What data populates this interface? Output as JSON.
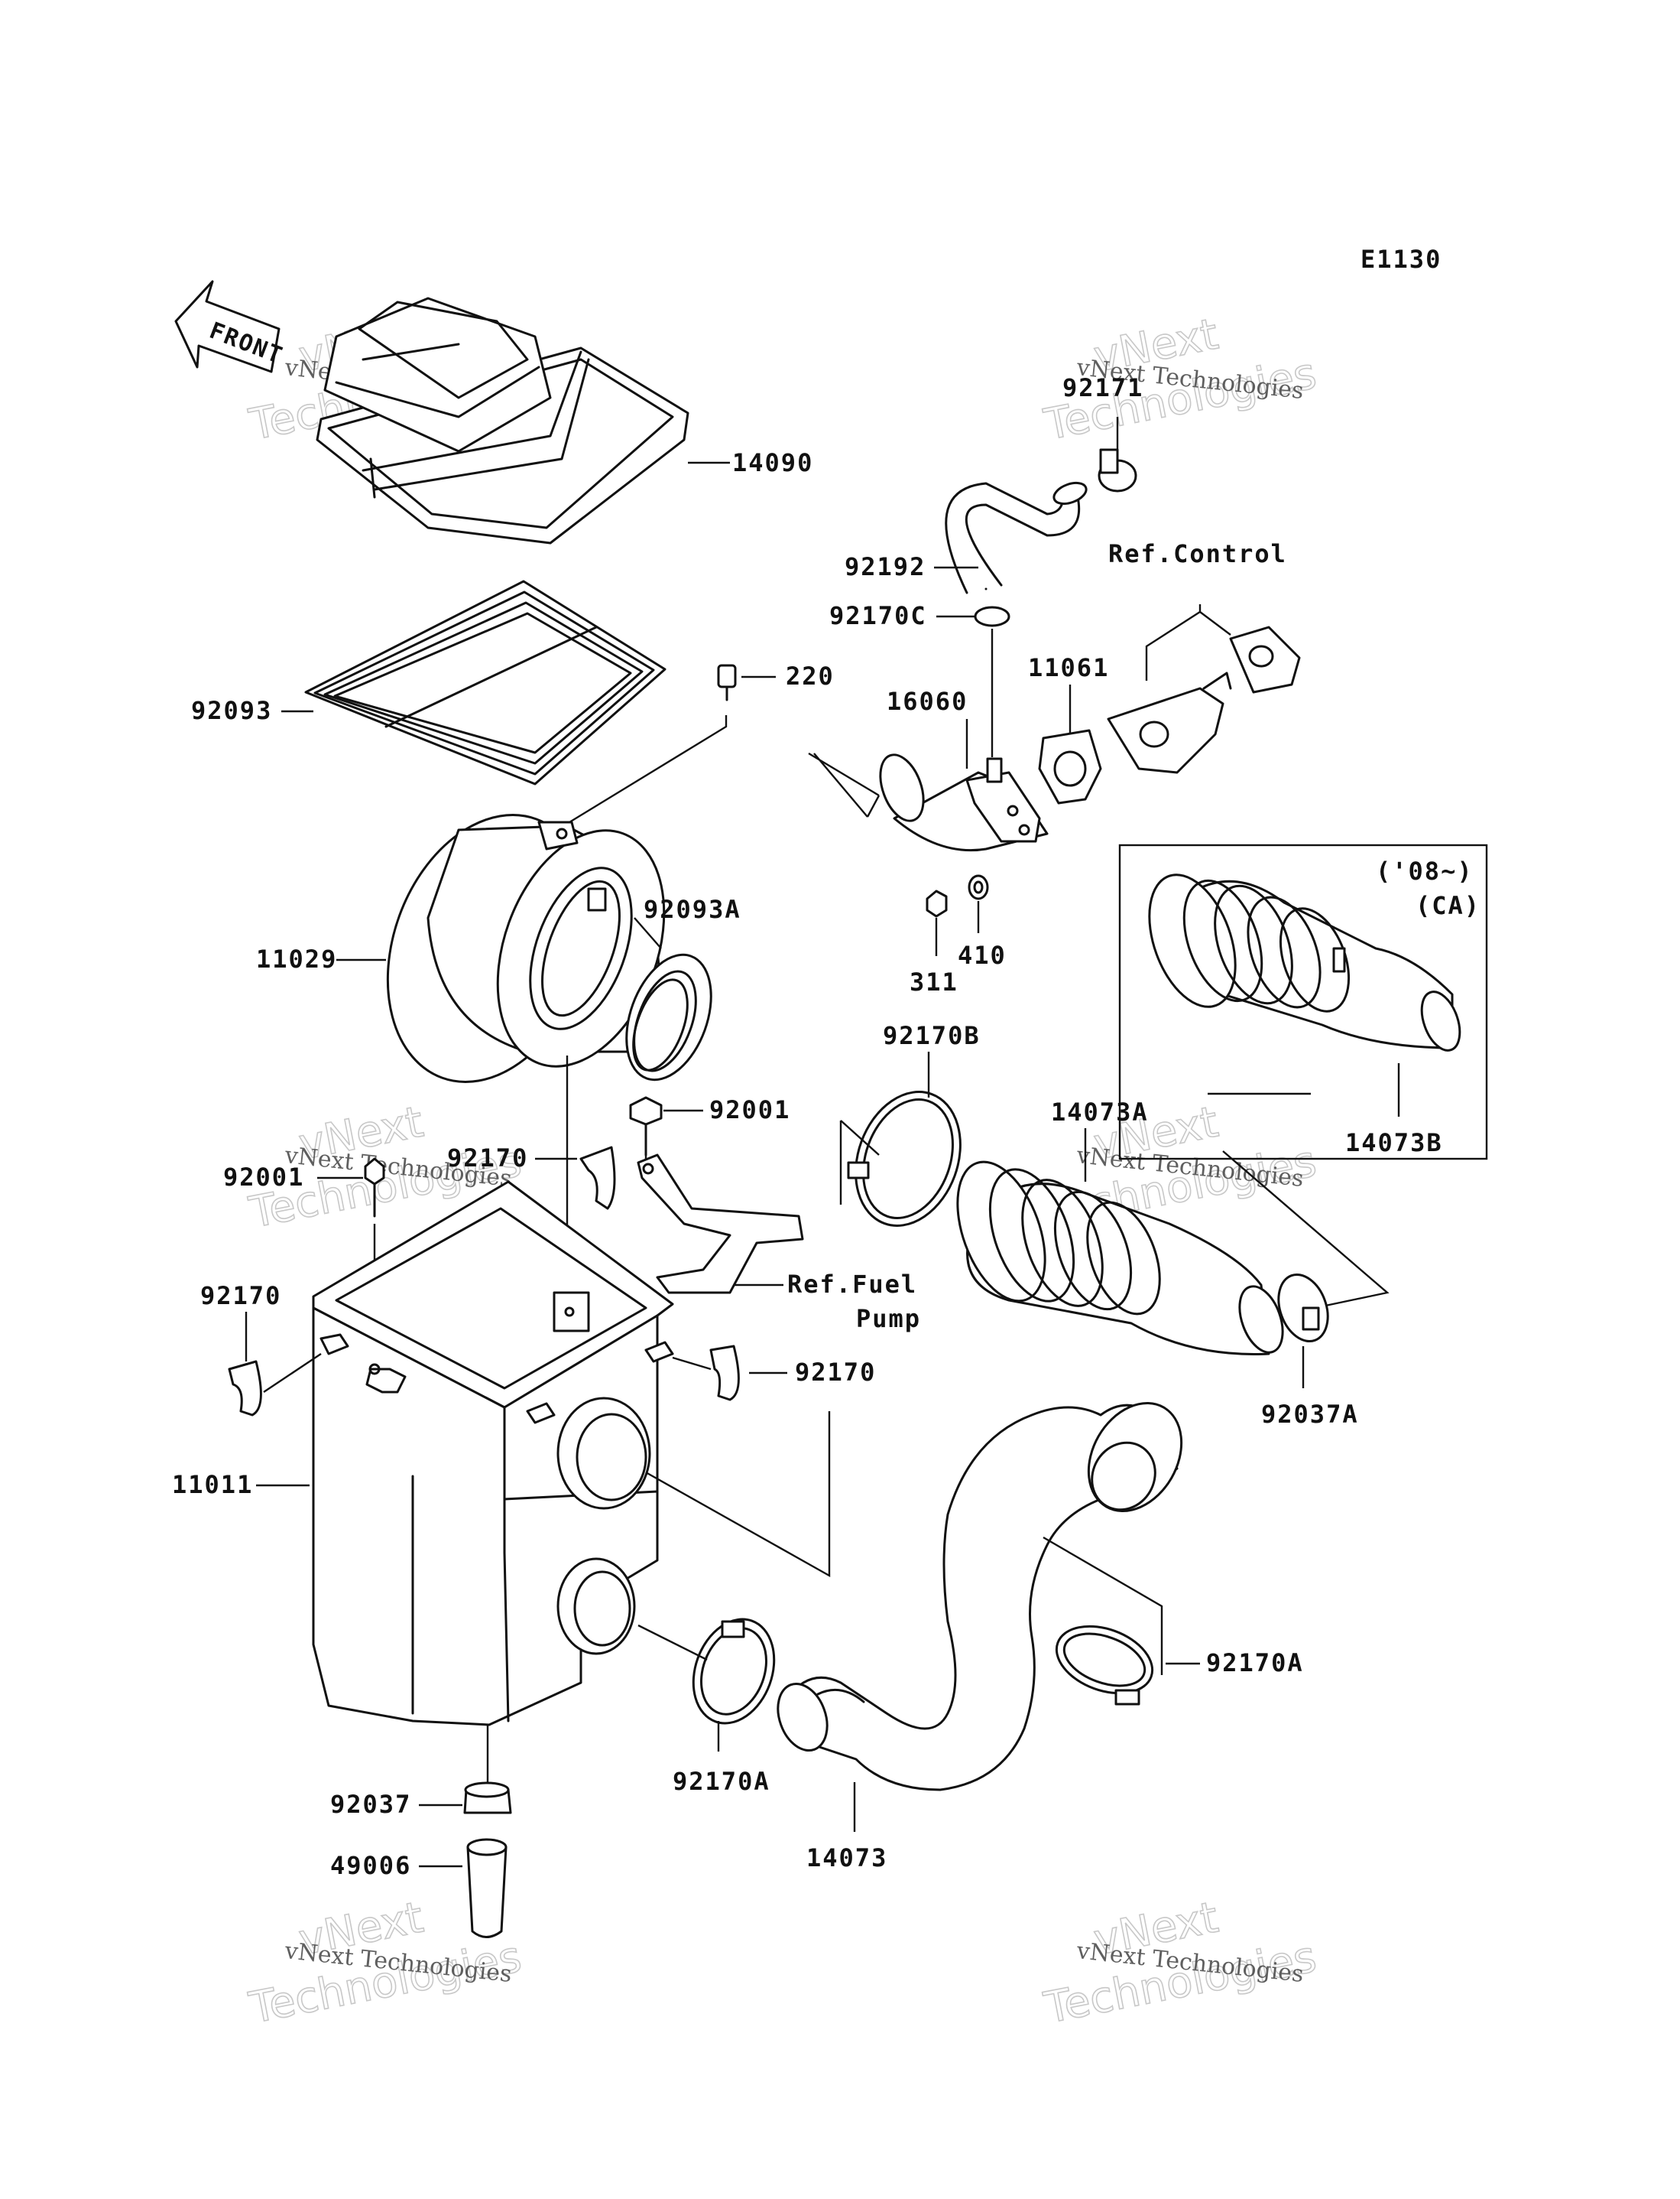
{
  "diagram_code": "E1130",
  "front_label": "FRONT",
  "watermark": {
    "company_line": "vNext Technologies",
    "big_lines": [
      "vNext",
      "Technologies"
    ]
  },
  "callouts": {
    "p14090": "14090",
    "p92171": "92171",
    "p92192": "92192",
    "p92170C": "92170C",
    "ref_control": "Ref.Control",
    "p92093": "92093",
    "p220": "220",
    "p16060": "16060",
    "p11061": "11061",
    "year_range": "('08~)",
    "region": "(CA)",
    "p11029": "11029",
    "p92093A": "92093A",
    "p311": "311",
    "p410": "410",
    "p92170B": "92170B",
    "p14073A": "14073A",
    "p14073B": "14073B",
    "p92001_top": "92001",
    "p92170_mid": "92170",
    "p92001_left": "92001",
    "ref_fuel_line1": "Ref.Fuel",
    "ref_fuel_line2": "Pump",
    "p92170_left": "92170",
    "p92170_right": "92170",
    "p92037A": "92037A",
    "p11011": "11011",
    "p92170A_right": "92170A",
    "p92170A_bottom": "92170A",
    "p92037": "92037",
    "p49006": "49006",
    "p14073": "14073"
  }
}
